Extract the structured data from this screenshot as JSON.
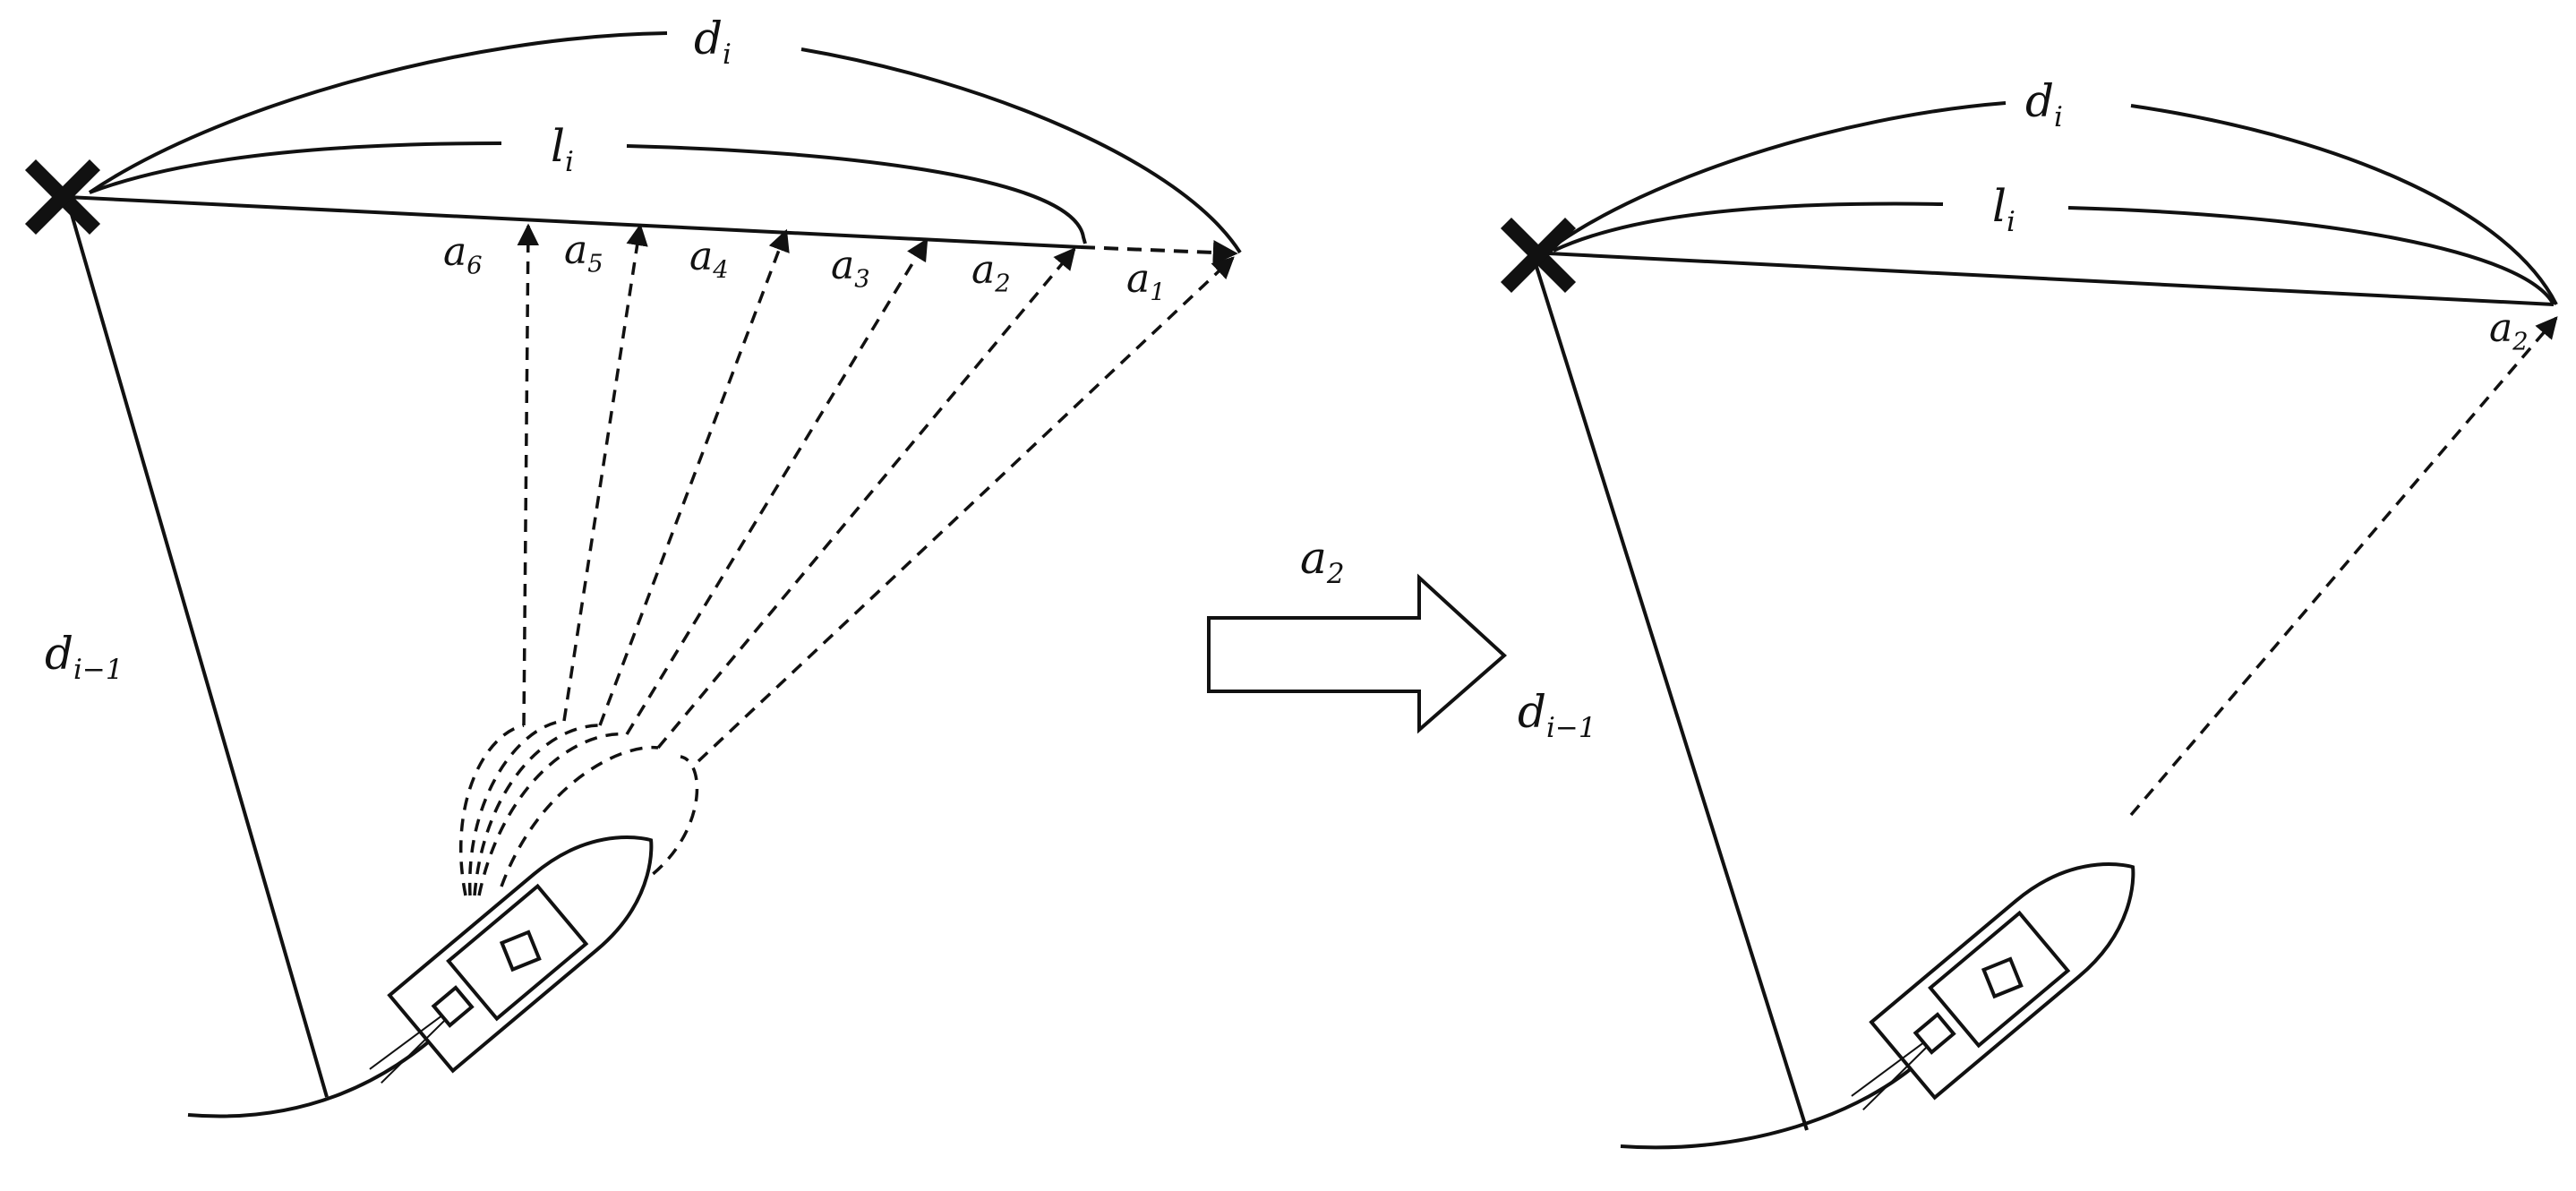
{
  "colors": {
    "ink": "#111111",
    "background": "#ffffff"
  },
  "left_panel": {
    "labels": {
      "arc_outer": {
        "base": "d",
        "sub": "i"
      },
      "arc_inner": {
        "base": "l",
        "sub": "i"
      },
      "prev_side": {
        "base": "d",
        "sub": "i−1"
      },
      "actions": [
        {
          "base": "a",
          "sub": "6"
        },
        {
          "base": "a",
          "sub": "5"
        },
        {
          "base": "a",
          "sub": "4"
        },
        {
          "base": "a",
          "sub": "3"
        },
        {
          "base": "a",
          "sub": "2"
        },
        {
          "base": "a",
          "sub": "1"
        }
      ]
    },
    "icons": [
      "waypoint-x-icon",
      "boat-icon"
    ]
  },
  "transition_arrow": {
    "label": {
      "base": "a",
      "sub": "2"
    },
    "icon": "right-arrow-icon"
  },
  "right_panel": {
    "labels": {
      "arc_outer": {
        "base": "d",
        "sub": "i"
      },
      "arc_inner": {
        "base": "l",
        "sub": "i"
      },
      "prev_side": {
        "base": "d",
        "sub": "i−1"
      },
      "chosen_action": {
        "base": "a",
        "sub": "2"
      }
    },
    "icons": [
      "waypoint-x-icon",
      "boat-icon"
    ]
  }
}
